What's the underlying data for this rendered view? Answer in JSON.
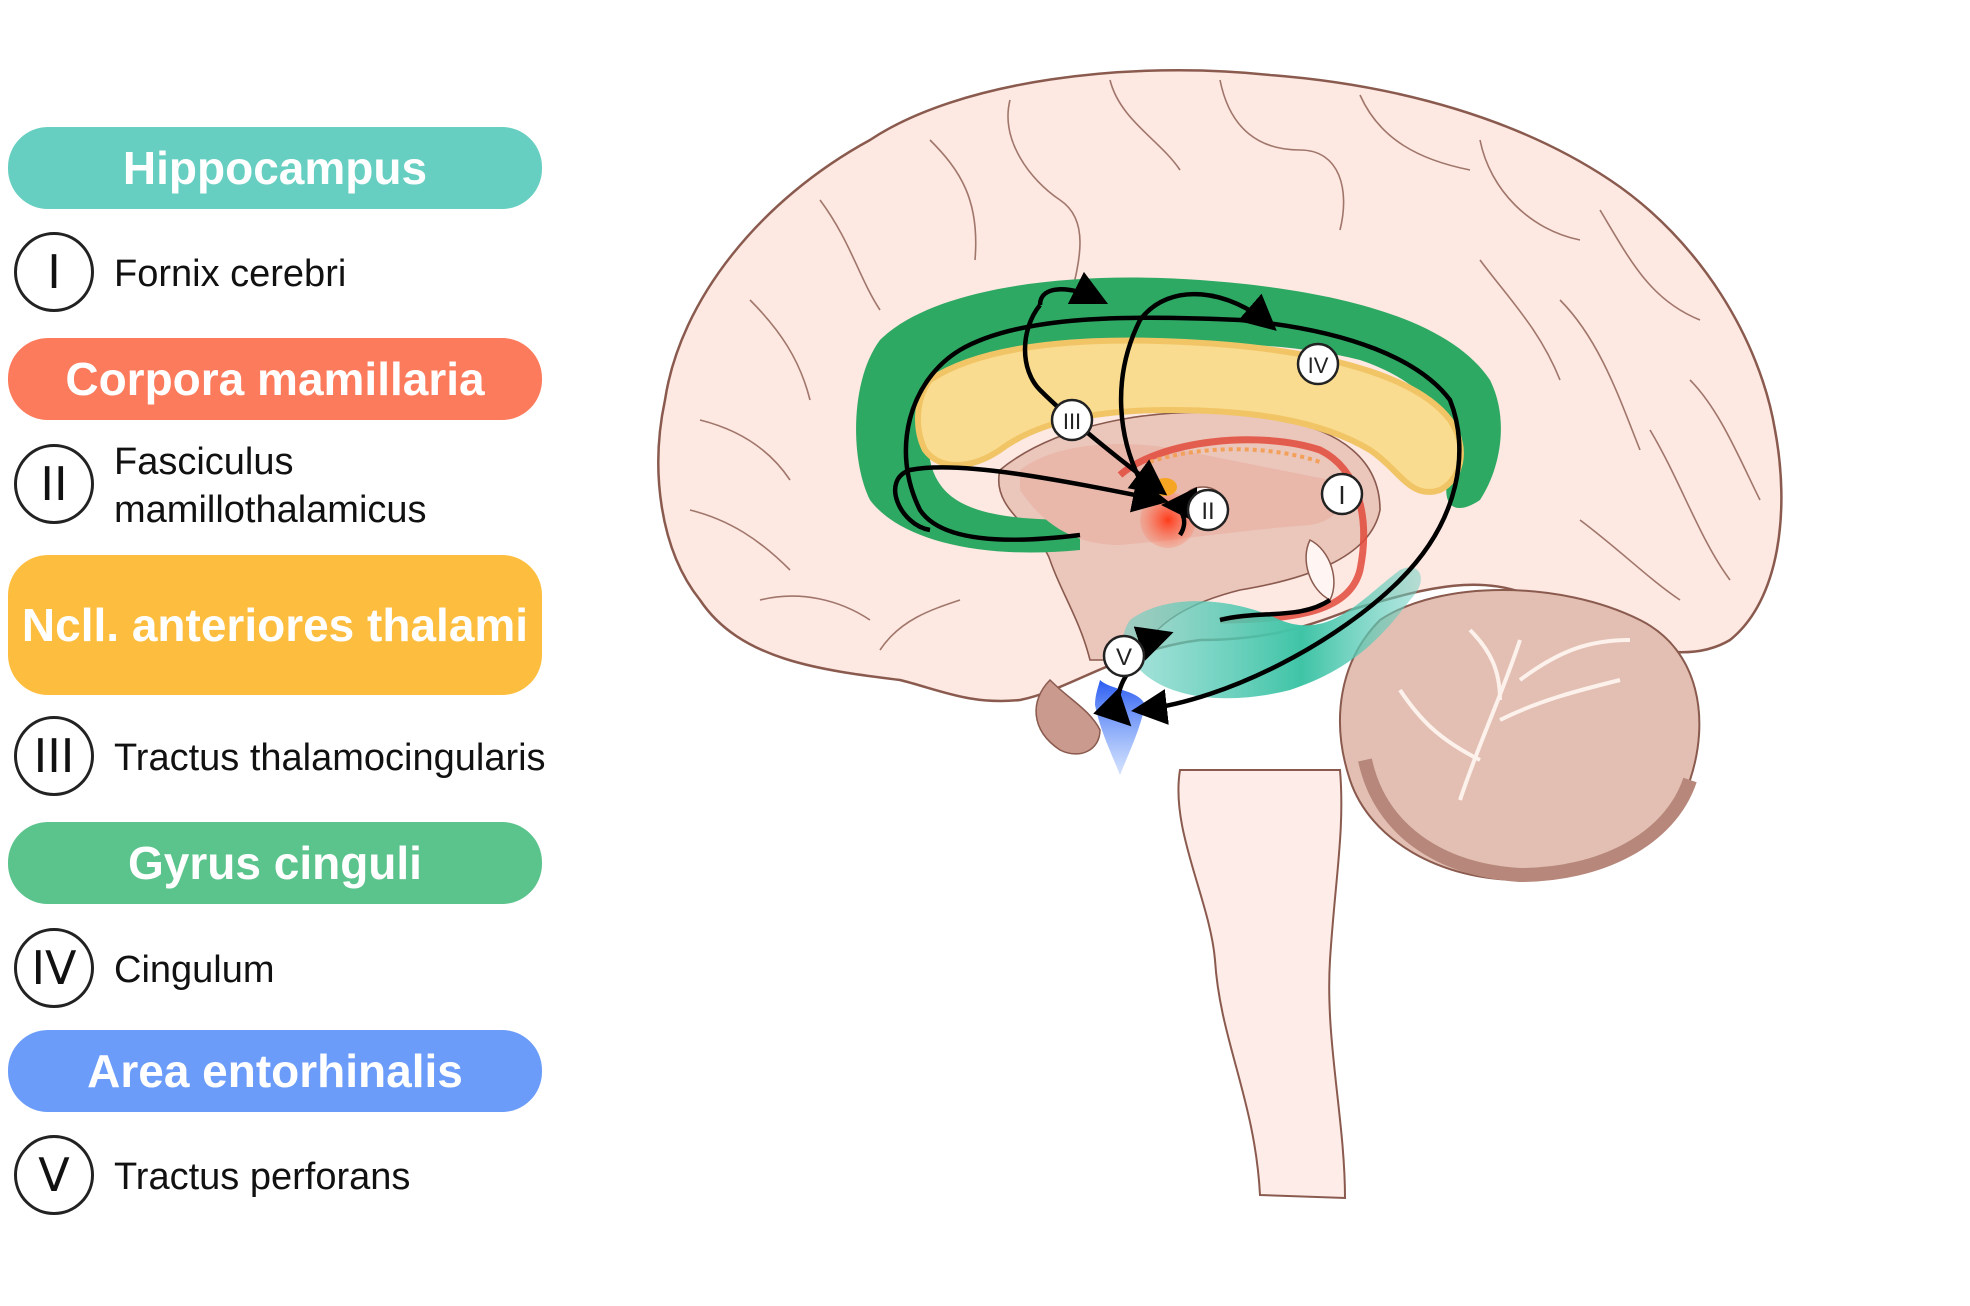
{
  "legend": {
    "hippocampus": {
      "label": "Hippocampus",
      "color": "#67cfc1"
    },
    "fornix": {
      "numeral": "I",
      "label": "Fornix cerebri"
    },
    "mamillaria": {
      "label": "Corpora mamillaria",
      "color": "#fc7b5c"
    },
    "fasciculus": {
      "numeral": "II",
      "label": "Fasciculus mamillothalamicus"
    },
    "anteriores": {
      "label": "Ncll. anteriores thalami",
      "color": "#fdbe3f"
    },
    "thalamocingularis": {
      "numeral": "III",
      "label": "Tractus thalamocingularis"
    },
    "cinguli": {
      "label": "Gyrus cinguli",
      "color": "#5bc38c"
    },
    "cingulum": {
      "numeral": "IV",
      "label": "Cingulum"
    },
    "entorhinalis": {
      "label": "Area entorhinalis",
      "color": "#6b9cfa"
    },
    "perforans": {
      "numeral": "V",
      "label": "Tractus perforans"
    }
  },
  "diagram_labels": {
    "I": "I",
    "II": "II",
    "III": "III",
    "IV": "IV",
    "V": "V"
  }
}
